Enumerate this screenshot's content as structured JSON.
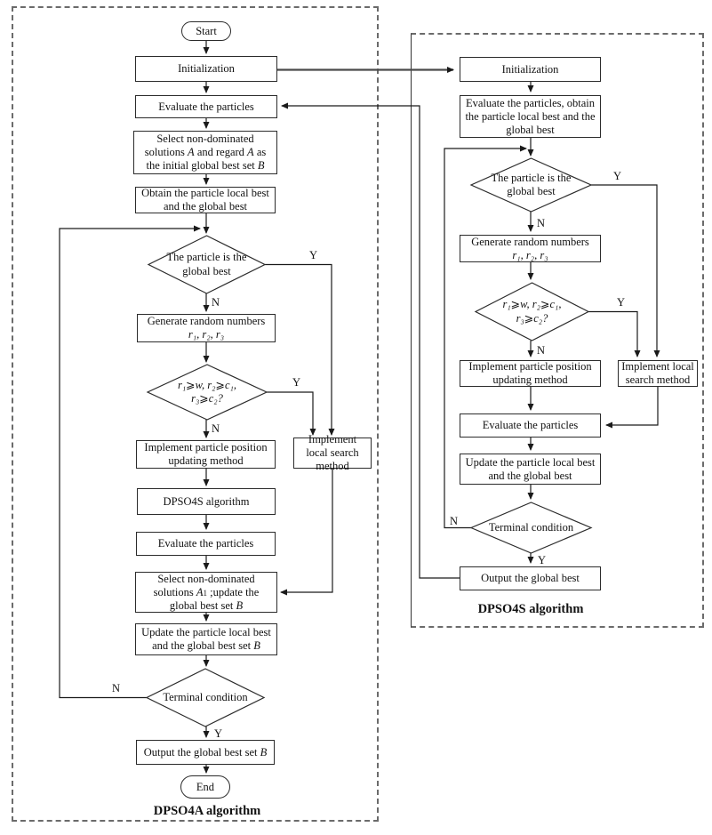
{
  "labels": {
    "yes": "Y",
    "no": "N"
  },
  "dpso4a": {
    "caption": "DPSO4A algorithm",
    "start": "Start",
    "initialization": "Initialization",
    "evaluate_particles": "Evaluate the particles",
    "select_initial": {
      "t1": "Select non-dominated solutions ",
      "v1": "A",
      "t2": " and regard ",
      "v2": "A",
      "t3": " as the initial global best set ",
      "v3": "B"
    },
    "obtain_best": "Obtain the particle local best and the global best",
    "particle_is_global_best": "The particle is the global best",
    "generate_random": {
      "t1": "Generate random numbers",
      "math": "r₁, r₂, r₃"
    },
    "random_condition": {
      "line1": "r₁⩾w, r₂⩾c₁,",
      "line2": "r₃⩾c₂?"
    },
    "implement_position": "Implement particle position updating method",
    "implement_local_search": "Implement local search method",
    "dpso4s_call": "DPSO4S algorithm",
    "evaluate_particles2": "Evaluate the particles",
    "select_update": {
      "t1": "Select non-dominated solutions ",
      "v1": "A",
      "s1": "1",
      "t2": " ;update the global best set ",
      "v2": "B"
    },
    "update_best": {
      "t1": "Update the particle local best and the global best set ",
      "v1": "B"
    },
    "terminal_condition": "Terminal condition",
    "output_best": {
      "t1": "Output the global best set ",
      "v1": "B"
    },
    "end": "End"
  },
  "dpso4s": {
    "caption": "DPSO4S algorithm",
    "initialization": "Initialization",
    "evaluate_obtain": "Evaluate the particles, obtain the particle local best and the global best",
    "particle_is_global_best": "The particle is the global best",
    "generate_random": {
      "t1": "Generate random numbers",
      "math": "r₁, r₂, r₃"
    },
    "random_condition": {
      "line1": "r₁⩾w, r₂⩾c₁,",
      "line2": "r₃⩾c₂?"
    },
    "implement_position": "Implement particle position updating method",
    "implement_local_search": "Implement local search method",
    "evaluate_particles": "Evaluate the particles",
    "update_best": "Update the particle local best and the global best",
    "terminal_condition": "Terminal condition",
    "output_best": "Output the global best"
  }
}
